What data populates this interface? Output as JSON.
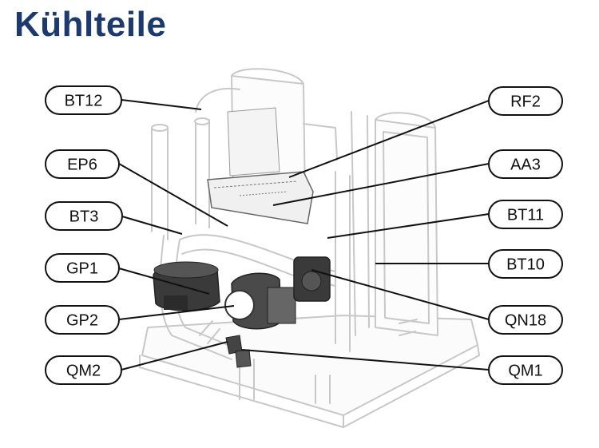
{
  "title": "Kühlteile",
  "labels": {
    "bt12": "BT12",
    "ep6": "EP6",
    "bt3": "BT3",
    "gp1": "GP1",
    "gp2": "GP2",
    "qm2": "QM2",
    "rf2": "RF2",
    "aa3": "AA3",
    "bt11": "BT11",
    "bt10": "BT10",
    "qn18": "QN18",
    "qm1": "QM1"
  },
  "colors": {
    "title": "#1d3a6e",
    "outline": "#c8c8c8",
    "components": "#3a3a3a"
  }
}
